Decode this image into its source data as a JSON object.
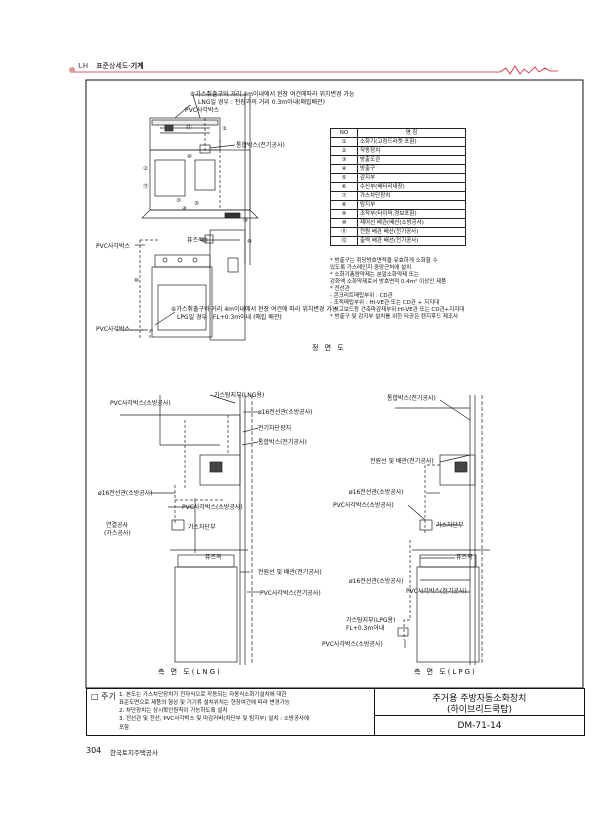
{
  "header": {
    "logo": "LH",
    "section": "표준상세도-",
    "section_bold": "기계"
  },
  "plan": {
    "top_note_1": "⑥가스취출구와 거리 4m이내에서 현장 여건에따라 위치변경 가능",
    "top_note_2": "LNG일 경우 : 천장과의 거리 0.3m이내(매립배관)",
    "pvc_box_top": "PVC사각박스",
    "connection_box": "통합박스(전기공사)",
    "pvc_box_left": "PVC사각박스",
    "fuse": "퓨즈콕",
    "bottom_note_1": "⑥가스취출구와 거리 4m이내에서 현장 여건에 따라 위치변경 가능",
    "bottom_note_2": "LPG일 경우 : FL+0.3m이내 (매립 배관)",
    "pvc_box_bottom": "PVC사각박스",
    "view_title": "정 면 도",
    "callouts": [
      "①",
      "②",
      "③",
      "④",
      "⑤",
      "⑥",
      "⑦",
      "⑧",
      "⑨",
      "⑩",
      "⑪",
      "⑫"
    ]
  },
  "legend": {
    "header": [
      "NO",
      "명  칭"
    ],
    "rows": [
      [
        "①",
        "소화기(고정드라켓 포함)"
      ],
      [
        "②",
        "작동장치"
      ],
      [
        "③",
        "방출도관"
      ],
      [
        "④",
        "방출구"
      ],
      [
        "⑤",
        "감지부"
      ],
      [
        "⑥",
        "수신부(배터리내장)"
      ],
      [
        "⑦",
        "가스차단장치"
      ],
      [
        "⑧",
        "탐지부"
      ],
      [
        "⑨",
        "조작부(타이머,경보포함)"
      ],
      [
        "⑩",
        "제어선 배관(배선(소방공사)"
      ],
      [
        "⑪",
        "전원 배관 배선(전기공사)"
      ],
      [
        "⑫",
        "출력 배관 배선(전기공사)"
      ]
    ]
  },
  "notes": [
    "* 방출구는 취당방호면적을 유효하게 소화할 수",
    "  있도록 가스레인지 중앙근처에 설치",
    "* 소화기총량약제는 분말소화약제 또는",
    "  강화액 소화약제로서 방호면적 0.4m² 이상인 제품",
    "* 전선관",
    "  - 콘크리트매립부위 : CD관",
    "  - 조적매립부위 : HI-VE관 또는 CD관 + 지지대",
    "  - 석고보드등 건축마감재부위:HI-VE관 또는 CD관+지지대",
    "* 방출구 및 감지부 설치를 위한 타공은 렌지후드 제조사"
  ],
  "side_lng": {
    "gas_detector": "가스탐지부(LNG용)",
    "pvc_fire": "PVC사각박스(소방공사)",
    "conduit_16_fire_top": "ø16전선관(소방공사)",
    "power_cutoff": "전기차단장치",
    "conn_box": "통합박스(전기공사)",
    "conduit_16_fire_left": "ø16전선관(소방공사)",
    "pvc_fire_mid": "PVC사각박스(소방공사)",
    "join_1": "연결공사",
    "join_2": "(가스공사)",
    "gas_cutoff": "가스차단부",
    "fuse": "퓨즈콕",
    "power_wiring": "전원선 및 배관(전기공사)",
    "pvc_elec": "PVC사각박스(전기공사)",
    "title": "측 면 도(LNG)"
  },
  "side_lpg": {
    "conn_box": "통합박스(전기공사)",
    "power_wiring": "전원선 및 배관(전기공사)",
    "conduit_16_fire": "ø16전선관(소방공사)",
    "pvc_fire": "PVC사각박스(소방공사)",
    "gas_cutoff": "가스차단부",
    "fuse": "퓨즈콕",
    "conduit_16_fire_low": "ø16전선관(소방공사)",
    "pvc_elec": "PVC사각박스(전기공사)",
    "gas_detector": "가스탐지부(LPG용)",
    "height": "FL+0.3m이내",
    "pvc_fire_bottom": "PVC사각박스(소방공사)",
    "title": "측 면 도(LPG)"
  },
  "footer": {
    "note_title": "□ 주기",
    "items": [
      "1. 본도는 가스차단장치가 전자식으로 작동되는 자동식소화기설치에 대한",
      "   표준도면으로 제품의 형상 및 기기류 설치위치는 현장여건에 따라 변경가능",
      "2. 차단장치는 상시확인원칙이 가능하도록 설치",
      "3. 전선관 및 전선, PVC사각박스 및 마감커버(차단부 및 탐지부) 설치 : 소방공사에",
      "   포함"
    ],
    "title_1": "주거용 주방자동소화장치",
    "title_2": "(하이브리드쿡탑)",
    "code": "DM-71-14"
  },
  "page": {
    "number": "304",
    "publisher": "한국토지주택공사"
  }
}
